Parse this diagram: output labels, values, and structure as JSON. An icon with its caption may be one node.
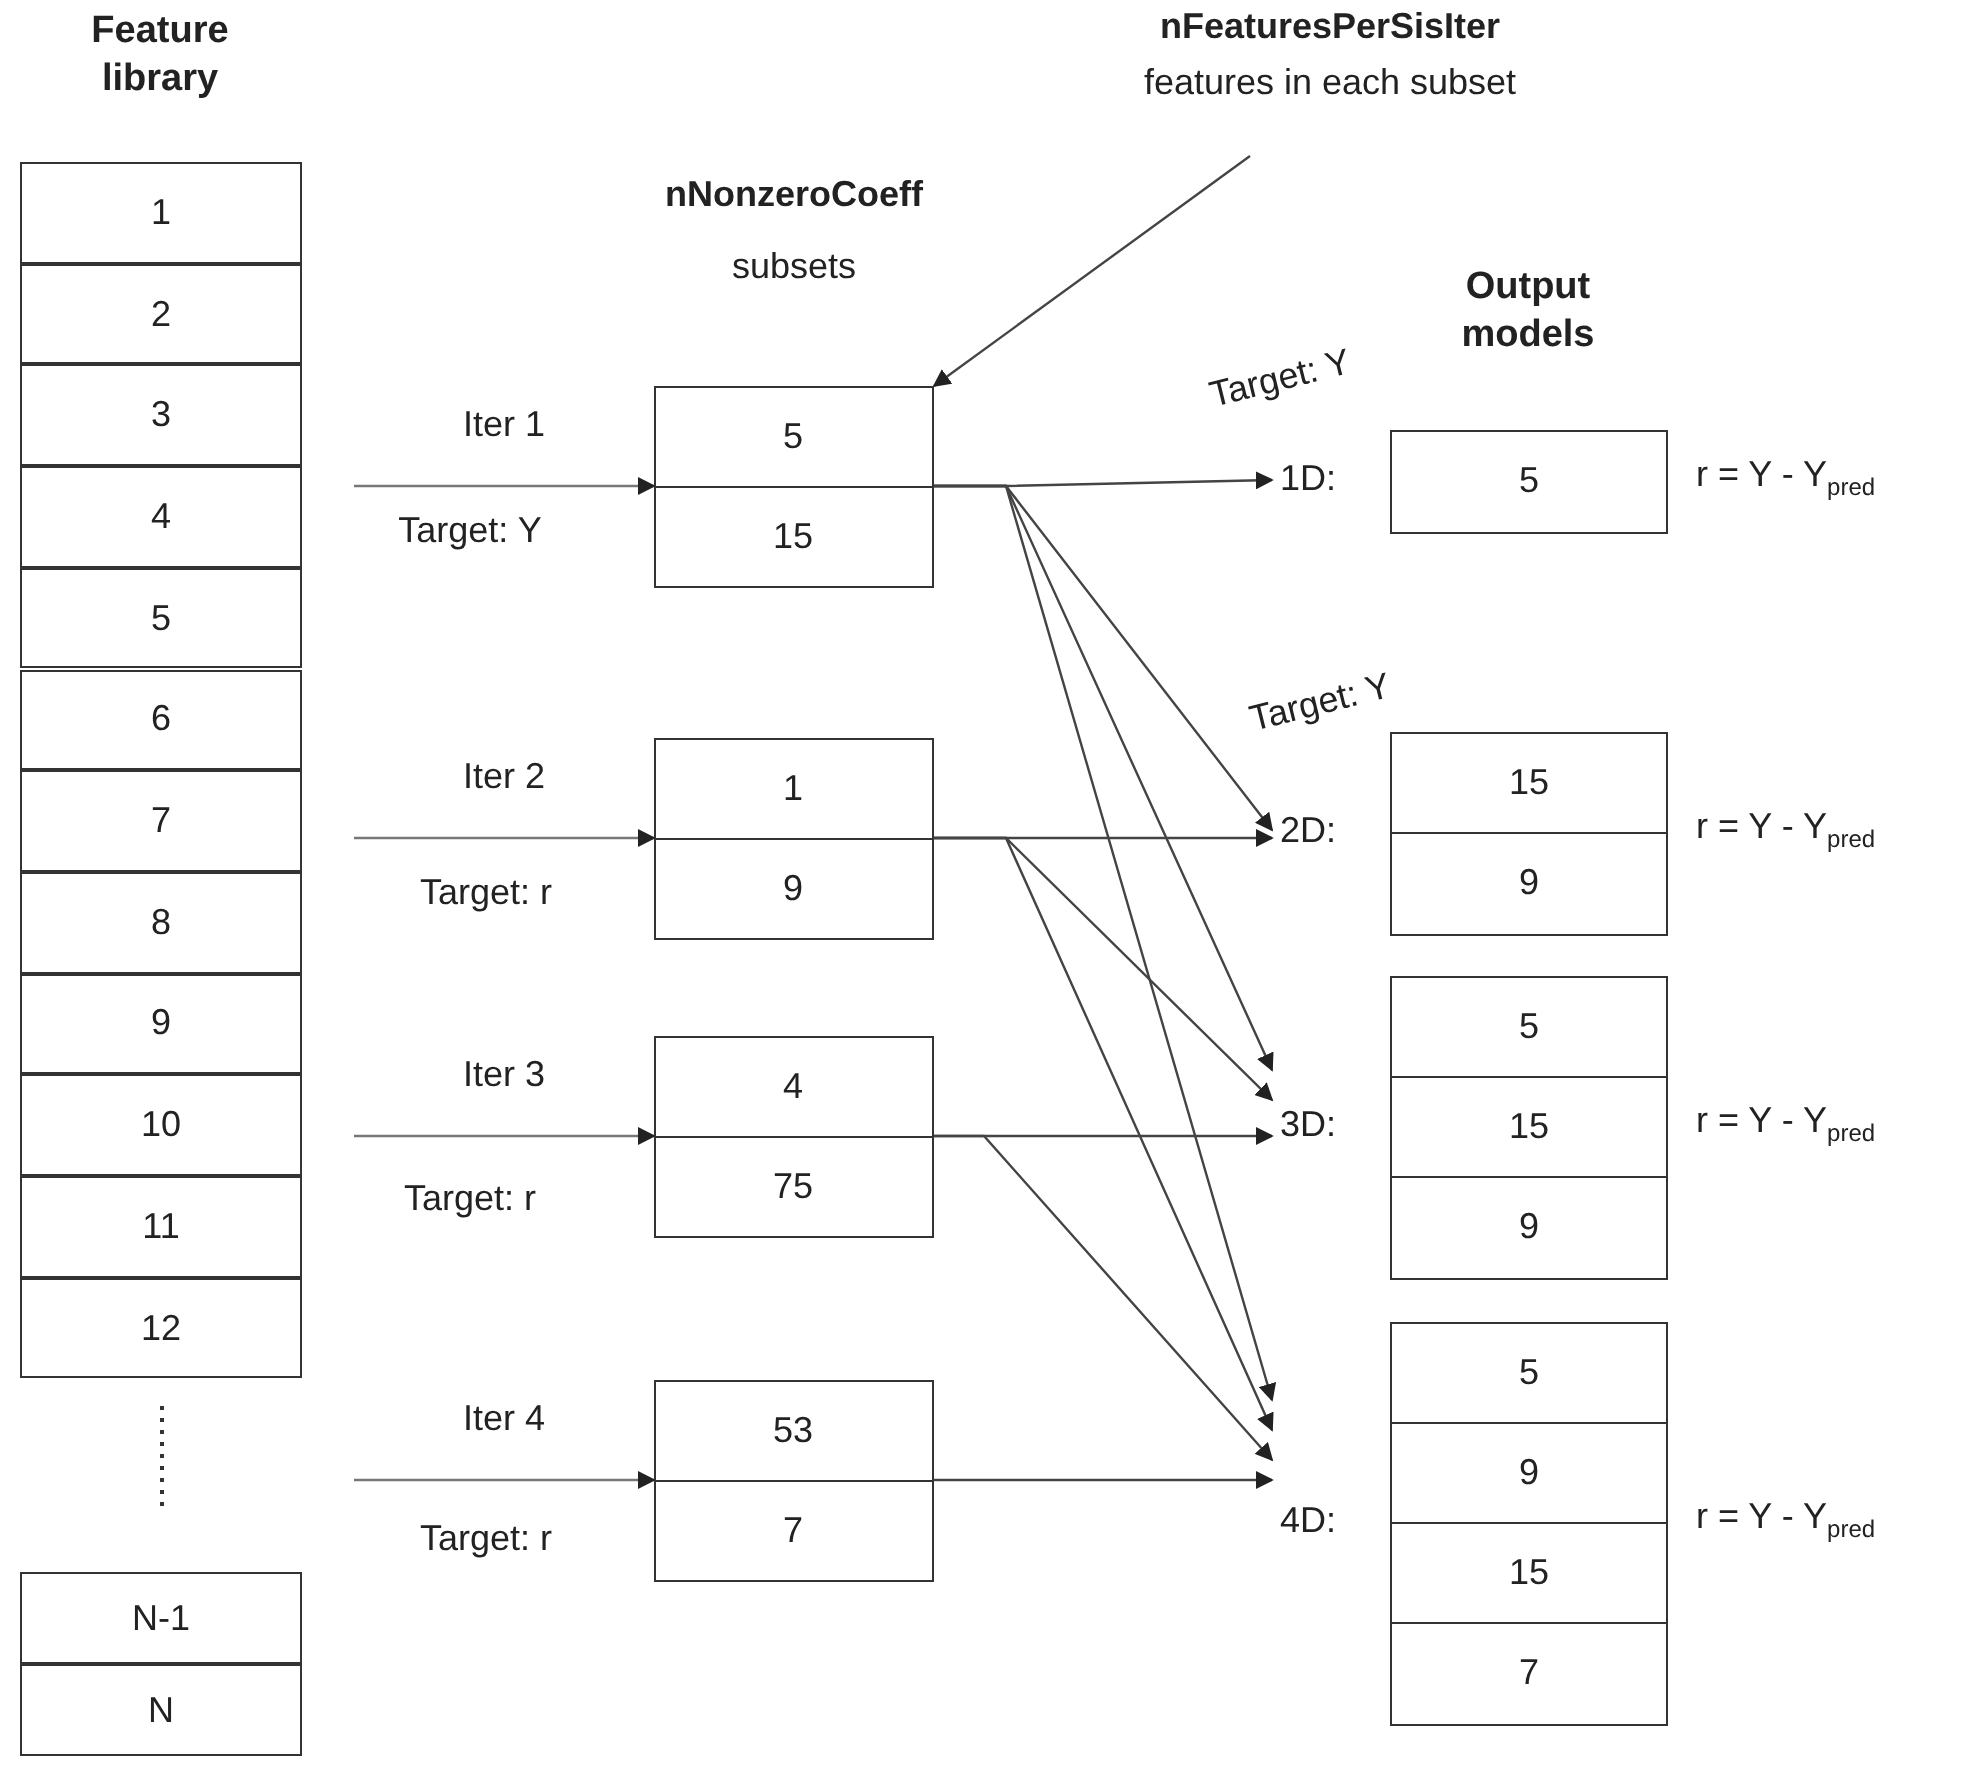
{
  "diagram": {
    "nodes": [
      {
        "text": [
          "1"
        ]
      },
      {
        "text": [
          "2"
        ]
      },
      {
        "text": [
          "3"
        ]
      },
      {
        "text": [
          "4"
        ]
      },
      {
        "text": [
          "5"
        ]
      },
      {
        "text": [
          "6"
        ]
      },
      {
        "text": [
          "7"
        ]
      },
      {
        "text": [
          "8"
        ]
      },
      {
        "text": [
          "9"
        ]
      },
      {
        "text": [
          "10"
        ]
      },
      {
        "text": [
          "11"
        ]
      },
      {
        "text": [
          "12"
        ]
      },
      {
        "text": [
          "N-1"
        ]
      },
      {
        "text": [
          "N"
        ]
      },
      {
        "text": [
          "nFeaturesPerSisIter",
          "features in each subset"
        ]
      },
      {
        "text": [],
        "shape": "box"
      },
      {
        "text": [
          "5"
        ],
        "in": 15
      },
      {
        "text": [
          "15"
        ],
        "in": 15
      },
      {
        "text": [],
        "shape": "box"
      },
      {
        "text": [
          "1"
        ],
        "in": 18
      },
      {
        "text": [
          "9"
        ],
        "in": 18
      },
      {
        "text": [],
        "shape": "box"
      },
      {
        "text": [
          "4"
        ],
        "in": 21
      },
      {
        "text": [
          "75"
        ],
        "in": 21
      },
      {
        "text": [],
        "shape": "box"
      },
      {
        "text": [
          "53"
        ],
        "in": 24
      },
      {
        "text": [
          "7"
        ],
        "in": 24
      },
      {
        "text": [
          "1D:"
        ],
        "beside": [
          "r = Y - Y$_{pred}$"
        ]
      },
      {
        "text": [
          "5"
        ],
        "in": 27
      },
      {
        "text": [
          "2D:"
        ],
        "beside": [
          "r = Y - Y$_{pred}$"
        ]
      },
      {
        "text": [
          "15"
        ],
        "in": 29
      },
      {
        "text": [
          "9"
        ],
        "in": 29
      },
      {
        "text": [
          "3D:"
        ],
        "beside": [
          "r = Y - Y$_{pred}$"
        ]
      },
      {
        "text": [
          "5"
        ],
        "in": 32
      },
      {
        "text": [
          "15"
        ],
        "in": 32
      },
      {
        "text": [
          "9"
        ],
        "in": 32
      },
      {
        "text": [
          "4D:"
        ],
        "beside": [
          "r = Y - Y$_{pred}$"
        ]
      },
      {
        "text": [
          "5"
        ],
        "in": 36
      },
      {
        "text": [
          "9"
        ],
        "in": 36
      },
      {
        "text": [
          "15"
        ],
        "in": 36
      },
      {
        "text": [
          "7"
        ],
        "in": 36
      }
    ],
    "edges": [
      {
        "from": 14,
        "to": 15,
        "arrow": "to"
      },
      {
        "from": null,
        "to": 15,
        "arrow": "to",
        "label": "Iter 1"
      },
      {
        "from": null,
        "to": 18,
        "arrow": "to",
        "label": "Iter 2"
      },
      {
        "from": null,
        "to": 21,
        "arrow": "to",
        "label": "Iter 3"
      },
      {
        "from": null,
        "to": 24,
        "arrow": "to",
        "label": "Iter 4"
      },
      {
        "from": 15,
        "to": 27,
        "arrow": "to"
      },
      {
        "from": 15,
        "to": 29,
        "arrow": "to"
      },
      {
        "from": 15,
        "to": 32,
        "arrow": "to"
      },
      {
        "from": 15,
        "to": 36,
        "arrow": "to"
      },
      {
        "from": 18,
        "to": 29,
        "arrow": "to"
      },
      {
        "from": 18,
        "to": 32,
        "arrow": "to"
      },
      {
        "from": 18,
        "to": 36,
        "arrow": "to"
      },
      {
        "from": 21,
        "to": 32,
        "arrow": "to"
      },
      {
        "from": 21,
        "to": 36,
        "arrow": "to"
      },
      {
        "from": 24,
        "to": 36,
        "arrow": "to"
      }
    ],
    "labels": [
      "Feature library",
      "nNonzeroCoeff",
      "subsets",
      "Output models",
      "Target: Y",
      "Target: Y",
      "Target: Y",
      "Target: r",
      "Target: r",
      "Target: r"
    ]
  }
}
